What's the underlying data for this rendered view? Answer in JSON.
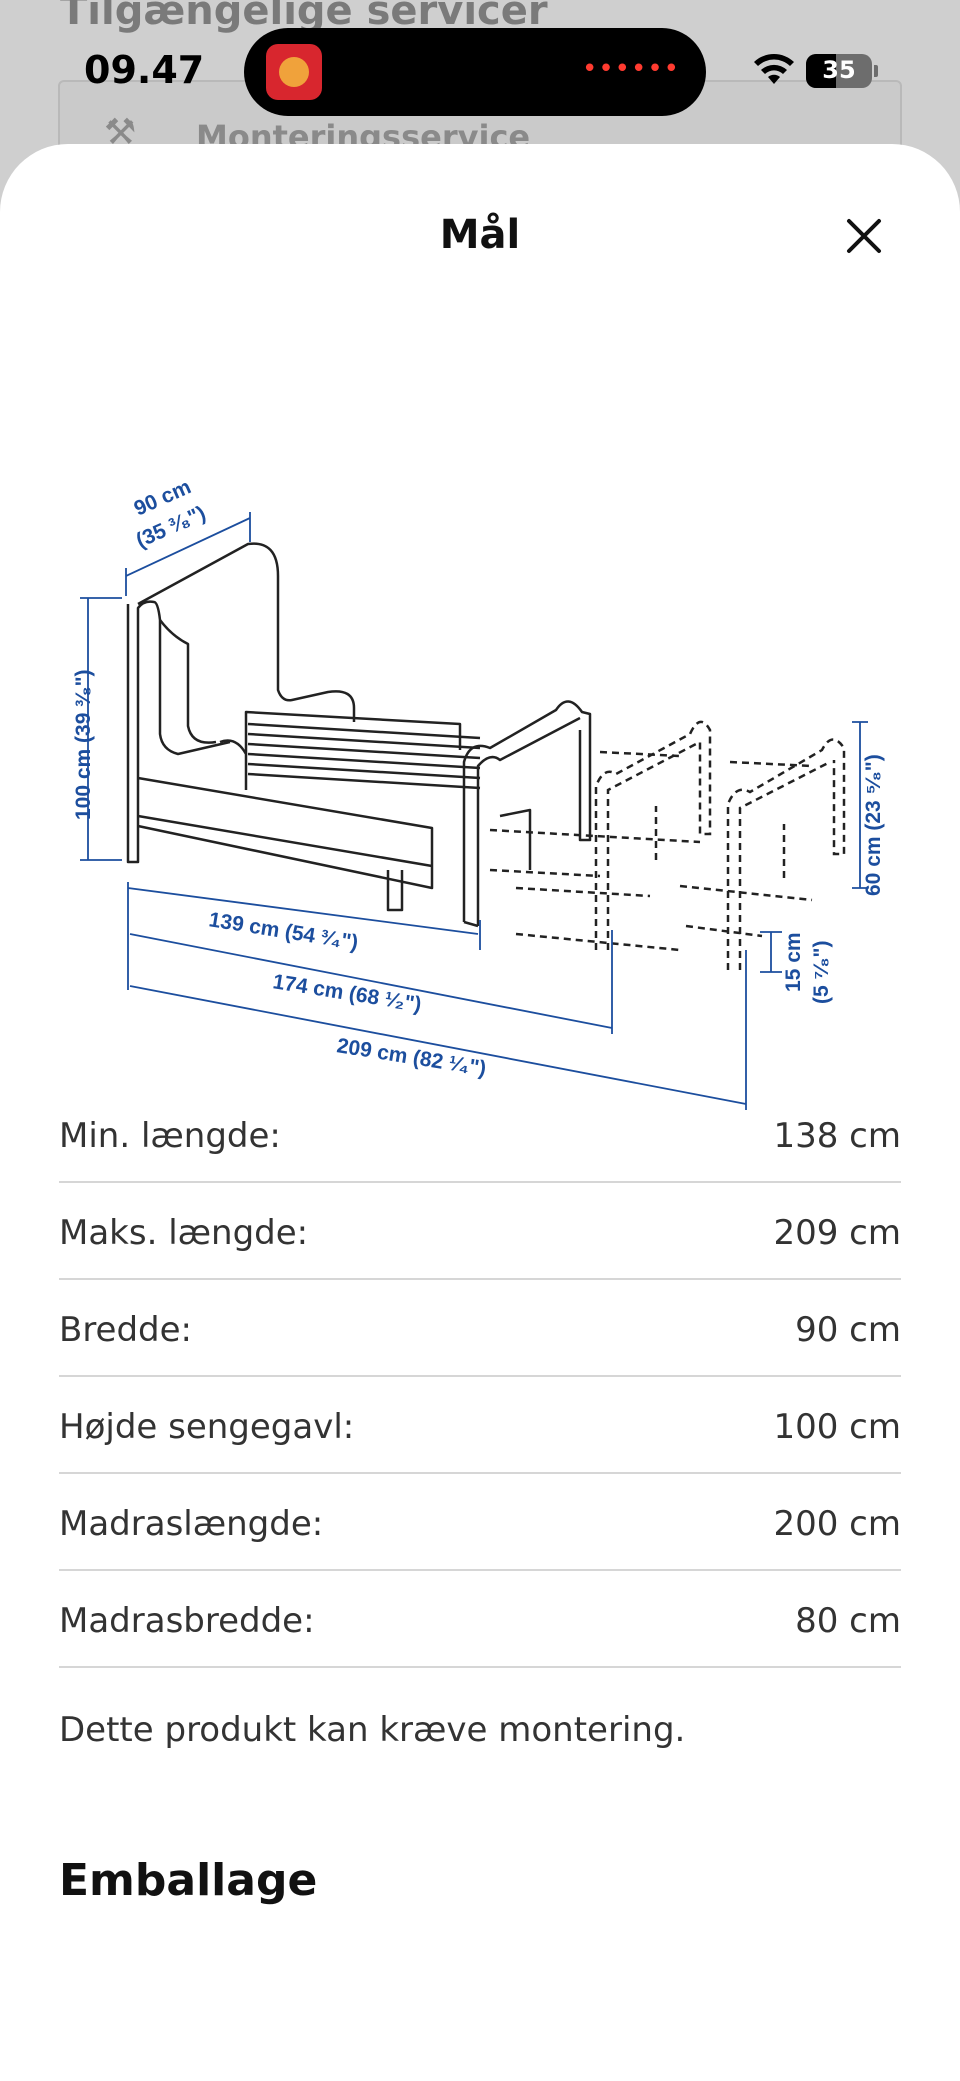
{
  "background": {
    "title": "Tilgængelige servicer",
    "card_label": "Monteringsservice"
  },
  "status_bar": {
    "time": "09.47",
    "battery": "35"
  },
  "sheet": {
    "title": "Mål",
    "diagram": {
      "width": "90 cm",
      "width_in": "(35 ³⁄₈\")",
      "height": "100 cm (39 ³⁄₈\")",
      "length1": "139 cm (54 ³⁄₄\")",
      "length2": "174 cm (68 ¹⁄₂\")",
      "length3": "209 cm (82 ¹⁄₄\")",
      "side_height": "60 cm (23 ⁵⁄₈\")",
      "clearance": "15 cm",
      "clearance_in": "(5 ⁷⁄₈\")"
    },
    "dimensions": [
      {
        "label": "Min. længde:",
        "value": "138 cm"
      },
      {
        "label": "Maks. længde:",
        "value": "209 cm"
      },
      {
        "label": "Bredde:",
        "value": "90 cm"
      },
      {
        "label": "Højde sengegavl:",
        "value": "100 cm"
      },
      {
        "label": "Madraslængde:",
        "value": "200 cm"
      },
      {
        "label": "Madrasbredde:",
        "value": "80 cm"
      }
    ],
    "note": "Dette produkt kan kræve montering.",
    "section_title": "Emballage"
  },
  "colors": {
    "dimension_blue": "#1c4e9e",
    "line": "#222222"
  }
}
